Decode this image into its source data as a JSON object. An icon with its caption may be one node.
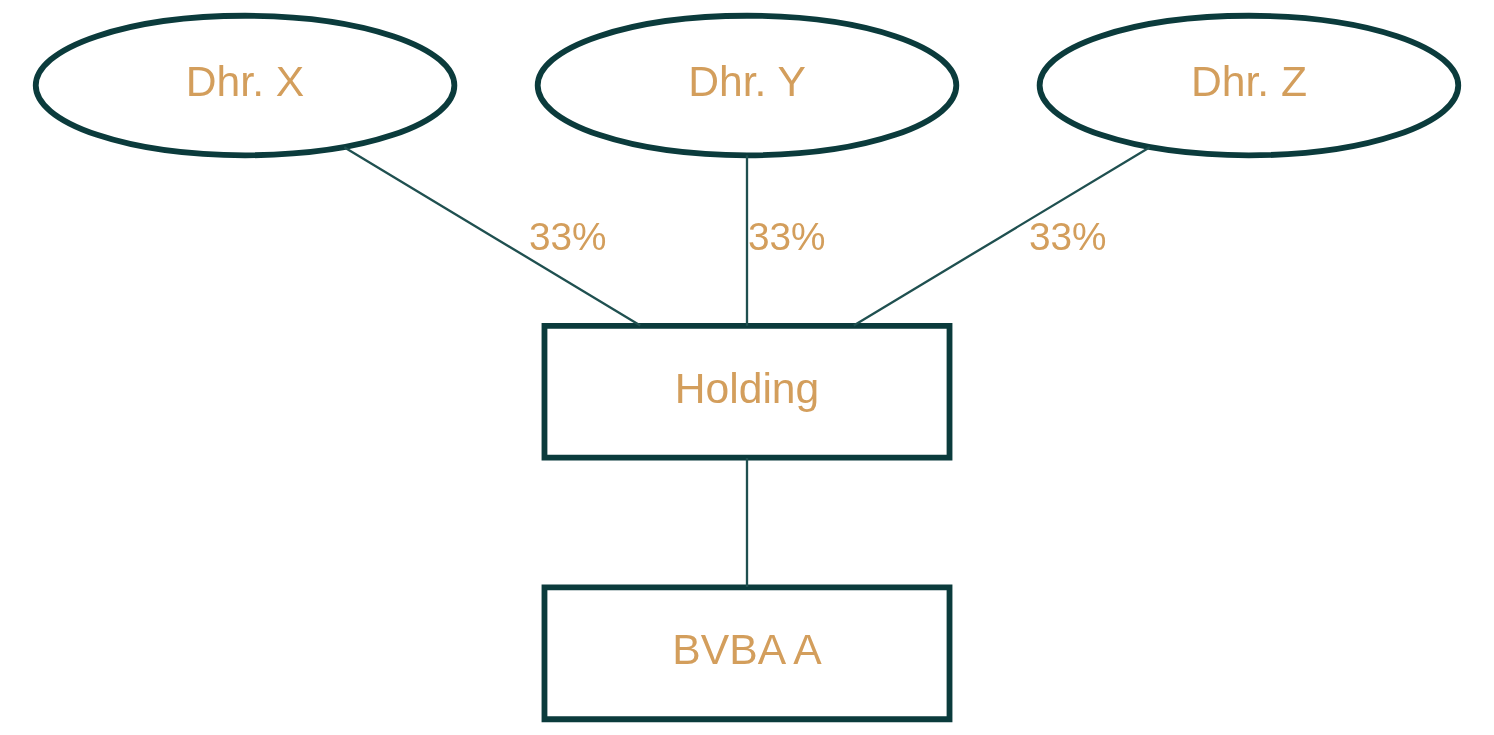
{
  "diagram": {
    "nodes": [
      {
        "text": [
          "Dhr. X"
        ]
      },
      {
        "text": [
          "Dhr. Y"
        ]
      },
      {
        "text": [
          "Dhr. Z"
        ]
      },
      {
        "text": [
          "Holding"
        ]
      },
      {
        "text": [
          "BVBA A"
        ]
      }
    ],
    "edges": [
      {
        "from": 0,
        "to": 3,
        "arrow": "none",
        "label": "33%"
      },
      {
        "from": 1,
        "to": 3,
        "arrow": "none",
        "label": "33%"
      },
      {
        "from": 2,
        "to": 3,
        "arrow": "none",
        "label": "33%"
      },
      {
        "from": 3,
        "to": 4,
        "arrow": "none"
      }
    ]
  }
}
